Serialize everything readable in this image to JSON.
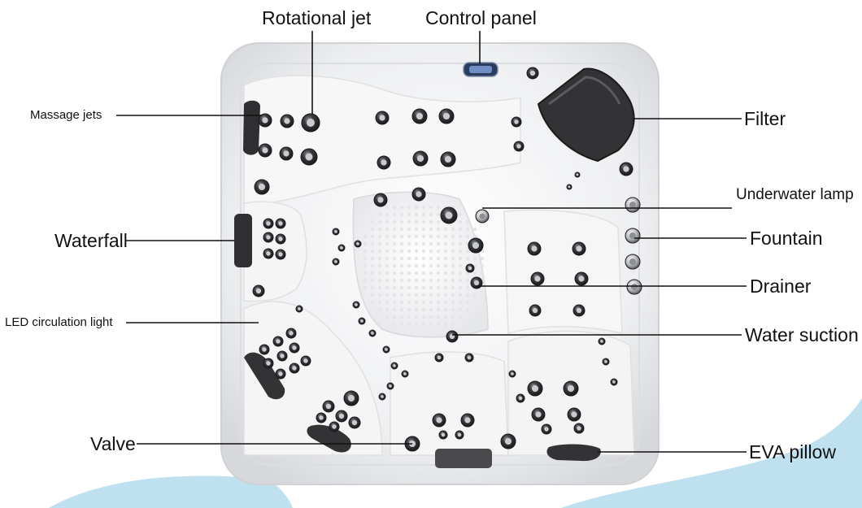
{
  "labels": {
    "rotational_jet": "Rotational jet",
    "control_panel": "Control panel",
    "massage_jets": "Massage jets",
    "filter": "Filter",
    "underwater_lamp": "Underwater lamp",
    "fountain": "Fountain",
    "waterfall": "Waterfall",
    "drainer": "Drainer",
    "led_circulation_light": "LED circulation light",
    "water_suction": "Water suction",
    "valve": "Valve",
    "eva_pillow": "EVA pillow"
  },
  "colors": {
    "tub_shell": "#f1f1f2",
    "tub_edge": "#d9dadc",
    "seat_shadow": "#e3e4e6",
    "jet_dark": "#2b2b2e",
    "pillow": "#3a3a3d",
    "wave": "#bfe0ef",
    "leader": "#111111"
  }
}
